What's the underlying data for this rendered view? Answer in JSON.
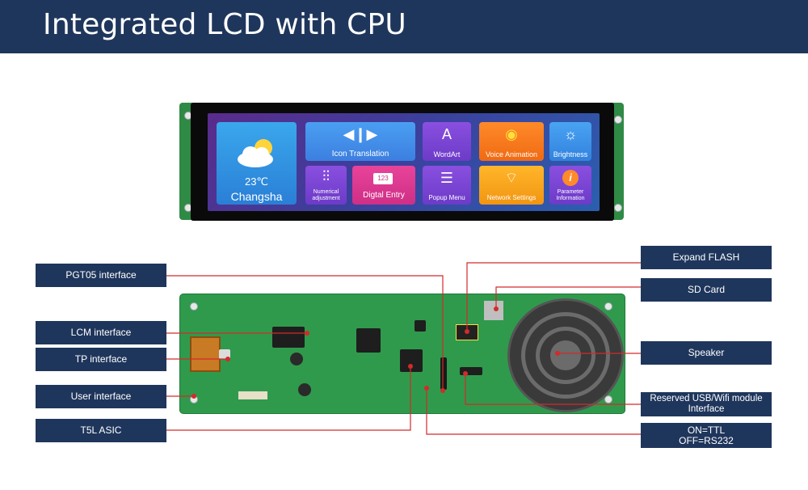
{
  "title": "Integrated LCD with CPU",
  "screen_tiles": {
    "weather_temp": "23℃",
    "weather_city": "Changsha",
    "icon_translation": "Icon Translation",
    "wordart": "WordArt",
    "voice_animation": "Voice Animation",
    "brightness": "Brightness",
    "numerical_adjustment": "Numerical adjustment",
    "digital_entry": "Digtal  Entry",
    "digital_entry_badge": "123",
    "popup_menu": "Popup Menu",
    "network_settings": "Network Settings",
    "parameter_information": "Parameter Information"
  },
  "left_labels": {
    "pgt05": "PGT05 interface",
    "lcm": "LCM interface",
    "tp": "TP interface",
    "user": "User interface",
    "t5l": "T5L ASIC"
  },
  "right_labels": {
    "expand_flash": "Expand FLASH",
    "sd_card": "SD Card",
    "speaker": "Speaker",
    "reserved_usb": "Reserved USB/Wifi module Interface",
    "ttl_rs232_on": "ON=TTL",
    "ttl_rs232_off": "OFF=RS232"
  },
  "colors": {
    "banner": "#1f365c",
    "label_bg": "#1f365c",
    "leader_line": "#d42a2a",
    "pcb": "#2f9a4c"
  }
}
